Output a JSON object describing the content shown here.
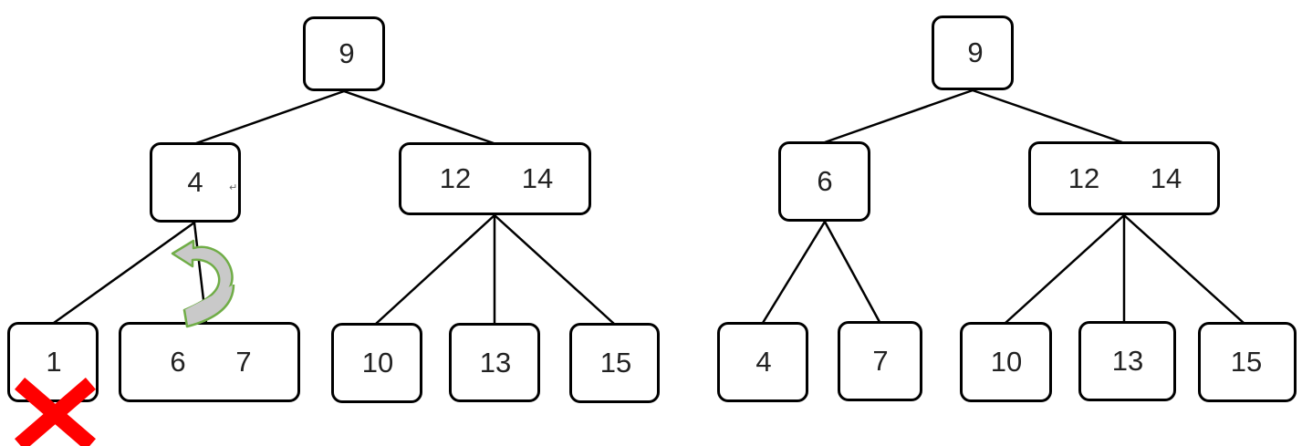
{
  "left_tree": {
    "root": {
      "keys": [
        "9"
      ]
    },
    "internal_left": {
      "keys": [
        "4"
      ],
      "mark": "↵"
    },
    "internal_right": {
      "keys": [
        "12",
        "14"
      ]
    },
    "leaves": [
      {
        "keys": [
          "1"
        ]
      },
      {
        "keys": [
          "6",
          "7"
        ]
      },
      {
        "keys": [
          "10"
        ]
      },
      {
        "keys": [
          "13"
        ]
      },
      {
        "keys": [
          "15"
        ]
      }
    ],
    "deleted_leaf_marker": {
      "icon": "x-cross-icon",
      "color": "#ff0000"
    },
    "borrow_arrow": {
      "icon": "curved-arrow-icon",
      "stroke": "#70ad47",
      "fill": "#c9c9c9"
    }
  },
  "right_tree": {
    "root": {
      "keys": [
        "9"
      ]
    },
    "internal_left": {
      "keys": [
        "6"
      ]
    },
    "internal_right": {
      "keys": [
        "12",
        "14"
      ]
    },
    "leaves": [
      {
        "keys": [
          "4"
        ]
      },
      {
        "keys": [
          "7"
        ]
      },
      {
        "keys": [
          "10"
        ]
      },
      {
        "keys": [
          "13"
        ]
      },
      {
        "keys": [
          "15"
        ]
      }
    ]
  }
}
